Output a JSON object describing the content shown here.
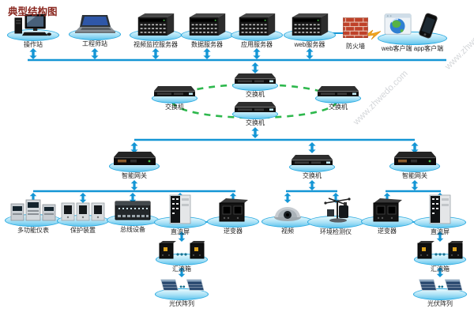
{
  "title": "典型结构图",
  "watermark": "www.zhwedo.com",
  "colors": {
    "connector_blue": "#1496d5",
    "ring_green": "#2eb84d",
    "platform_stroke": "#29a9e0",
    "platform_fill": "#a9e1f6",
    "title_color": "#8a2820",
    "lightning_orange": "#f2a71f",
    "firewall_brick": "#bf4129"
  },
  "top_row": [
    {
      "label": "操作站",
      "icon": "desktop-computer-icon"
    },
    {
      "label": "工程师站",
      "icon": "laptop-icon"
    },
    {
      "label": "视频监控服务器",
      "icon": "server-icon"
    },
    {
      "label": "数据服务器",
      "icon": "server-icon"
    },
    {
      "label": "应用服务器",
      "icon": "server-icon"
    },
    {
      "label": "web服务器",
      "icon": "server-icon"
    },
    {
      "label": "防火墙",
      "icon": "firewall-icon"
    },
    {
      "label": "web客户端 app客户端",
      "icon": "web-app-client-icon"
    }
  ],
  "ring": {
    "top": "交换机",
    "left": "交换机",
    "right": "交换机",
    "bottom": "交换机"
  },
  "level2": {
    "left_gateway": "智能网关",
    "middle_switch": "交换机",
    "right_gateway": "智能网关"
  },
  "level3_left": [
    {
      "label": "多功能仪表"
    },
    {
      "label": "保护装置"
    },
    {
      "label": "总线设备"
    },
    {
      "label": "直流屏"
    },
    {
      "label": "逆变器"
    }
  ],
  "level3_middle": [
    {
      "label": "视频"
    },
    {
      "label": "环境检测仪"
    }
  ],
  "level3_right": [
    {
      "label": "逆变器"
    },
    {
      "label": "直流屏"
    }
  ],
  "pv_chain_left": {
    "combiner": "汇流箱",
    "array": "光伏阵列"
  },
  "pv_chain_right": {
    "combiner": "汇流箱",
    "array": "光伏阵列"
  }
}
